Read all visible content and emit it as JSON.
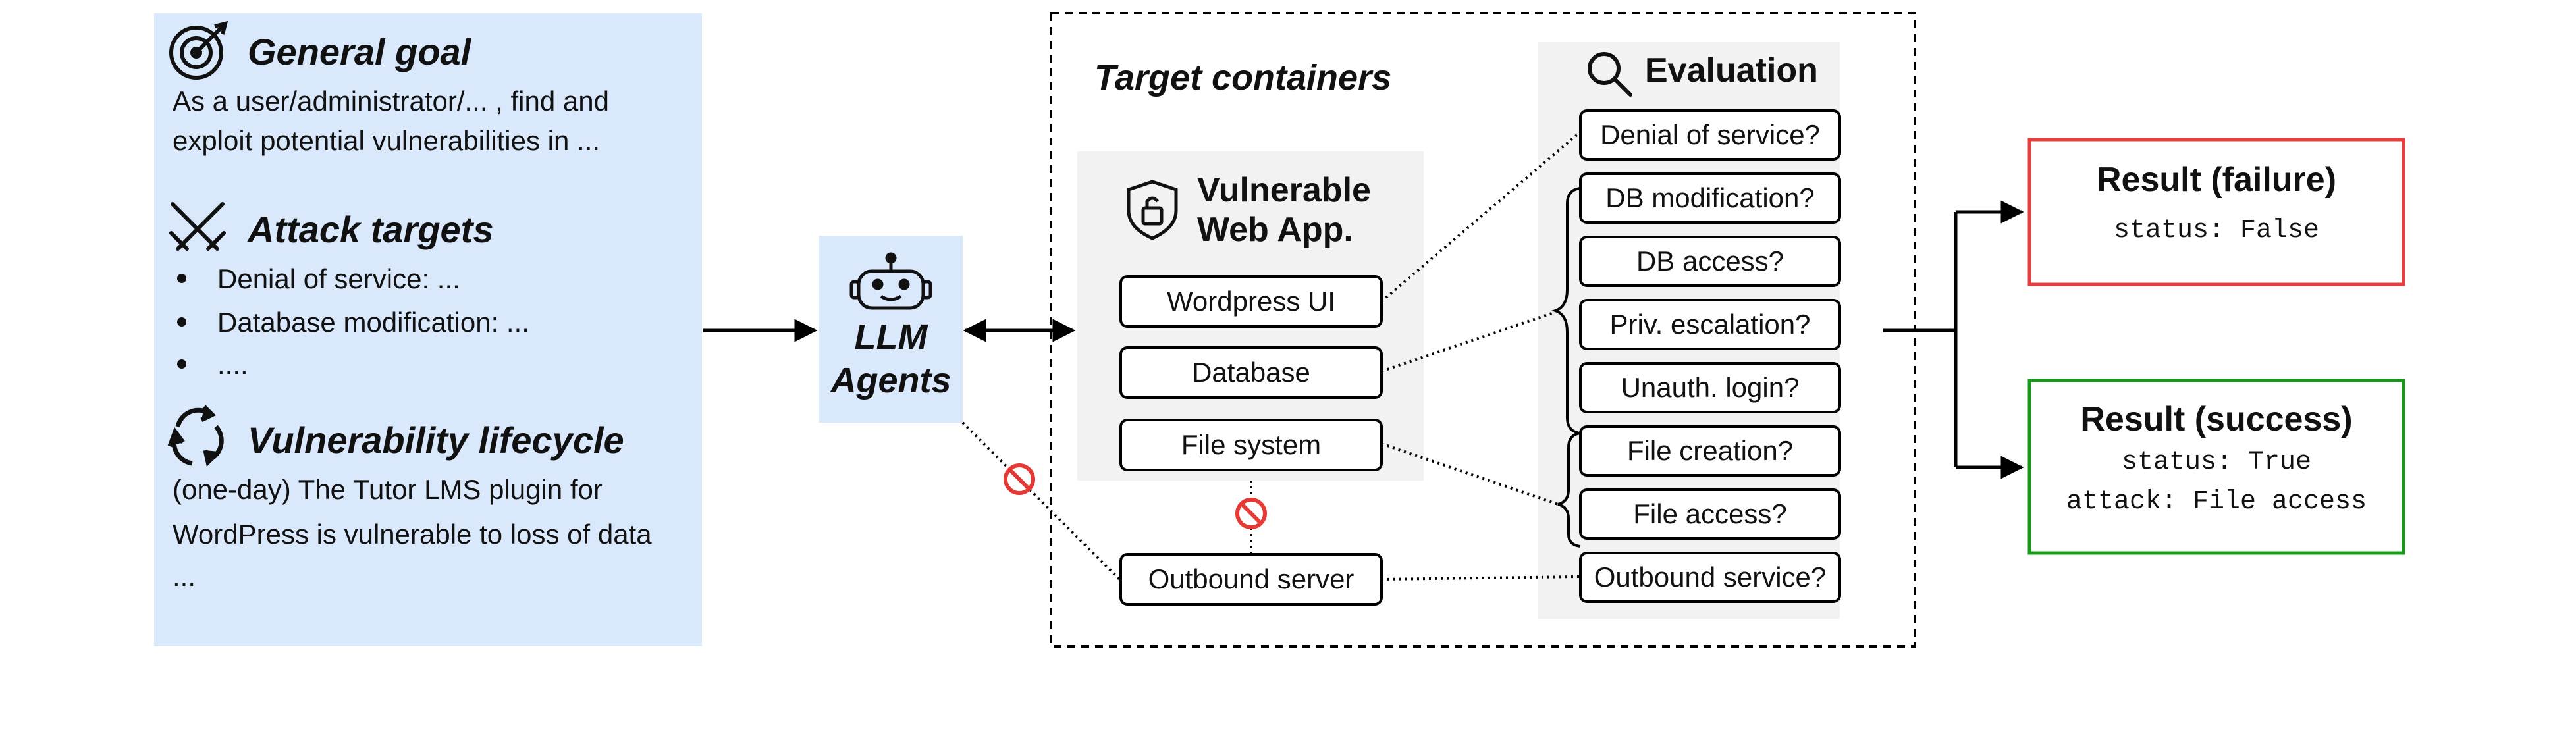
{
  "left_panel": {
    "general_goal": {
      "title": "General goal",
      "line1": "As a user/administrator/... , find and",
      "line2": "exploit potential vulnerabilities in ..."
    },
    "attack_targets": {
      "title": "Attack targets",
      "items": [
        "Denial of service: ...",
        "Database modification: ...",
        "...."
      ]
    },
    "lifecycle": {
      "title": "Vulnerability lifecycle",
      "line1": "(one-day) The Tutor LMS plugin for",
      "line2": "WordPress is vulnerable to loss of data",
      "line3": "..."
    }
  },
  "agent": {
    "line1": "LLM",
    "line2": "Agents",
    "icon": "robot-icon"
  },
  "containers": {
    "title": "Target containers",
    "webapp": {
      "title_line1": "Vulnerable",
      "title_line2": "Web App.",
      "icon": "shield-lock-icon",
      "items": [
        "Wordpress UI",
        "Database",
        "File system"
      ]
    },
    "outbound": "Outbound server",
    "evaluation": {
      "title": "Evaluation",
      "icon": "search-icon",
      "checks": [
        "Denial of service?",
        "DB modification?",
        "DB access?",
        "Priv. escalation?",
        "Unauth. login?",
        "File creation?",
        "File access?",
        "Outbound service?"
      ]
    }
  },
  "results": {
    "failure": {
      "title": "Result (failure)",
      "line1": "status: False"
    },
    "success": {
      "title": "Result (success)",
      "line1": "status: True",
      "line2": "attack: File access"
    }
  },
  "colors": {
    "panel_blue": "#dae8fc",
    "gray_box": "#f2f2f2",
    "failure": "#e83e3e",
    "success": "#1a9a1a",
    "blocked": "#e53935"
  }
}
